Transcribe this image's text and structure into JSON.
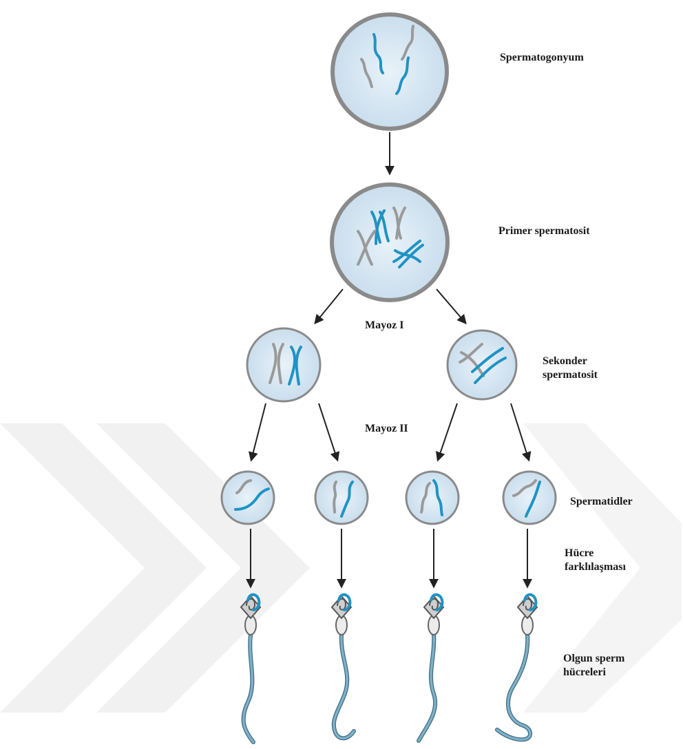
{
  "labels": {
    "spermatogonium": "Spermatogonyum",
    "primary_spermatocyte": "Primer spermatosit",
    "meiosis_1": "Mayoz I",
    "secondary_spermatocyte_line1": "Sekonder",
    "secondary_spermatocyte_line2": "spermatosit",
    "meiosis_2": "Mayoz II",
    "spermatids": "Spermatidler",
    "differentiation_line1": "Hücre",
    "differentiation_line2": "farklılaşması",
    "mature_sperm_line1": "Olgun sperm",
    "mature_sperm_line2": "hücreleri"
  },
  "colors": {
    "cell_fill": "#d4e6f2",
    "cell_border": "#8a8a8a",
    "chromosome_blue": "#1f93c4",
    "chromosome_gray": "#9a9a9a",
    "arrow": "#222222",
    "sperm_tail": "#6f9fb8",
    "watermark": "#efefef"
  }
}
